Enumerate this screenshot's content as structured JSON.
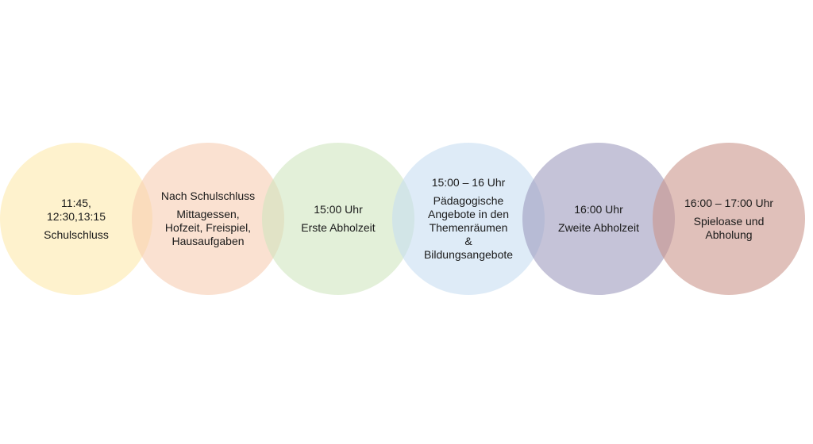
{
  "circles": [
    {
      "color": "#fde9a8",
      "lines": [
        "11:45,\n12:30,13:15",
        "Schulschluss"
      ]
    },
    {
      "color": "#f7cbb0",
      "lines": [
        "Nach Schulschluss",
        "Mittagessen,\nHofzeit, Freispiel,\nHausaufgaben"
      ]
    },
    {
      "color": "#cfe6bd",
      "lines": [
        "15:00 Uhr",
        "Erste Abholzeit"
      ]
    },
    {
      "color": "#c7dcf1",
      "lines": [
        "15:00 – 16 Uhr",
        "Pädagogische\nAngebote in den\nThemenräumen\n&\nBildungsangebote"
      ]
    },
    {
      "color": "#9b97bb",
      "lines": [
        "16:00 Uhr",
        "Zweite Abholzeit"
      ]
    },
    {
      "color": "#c99288",
      "lines": [
        "16:00 – 17:00 Uhr",
        "Spieloase und\nAbholung"
      ]
    }
  ]
}
